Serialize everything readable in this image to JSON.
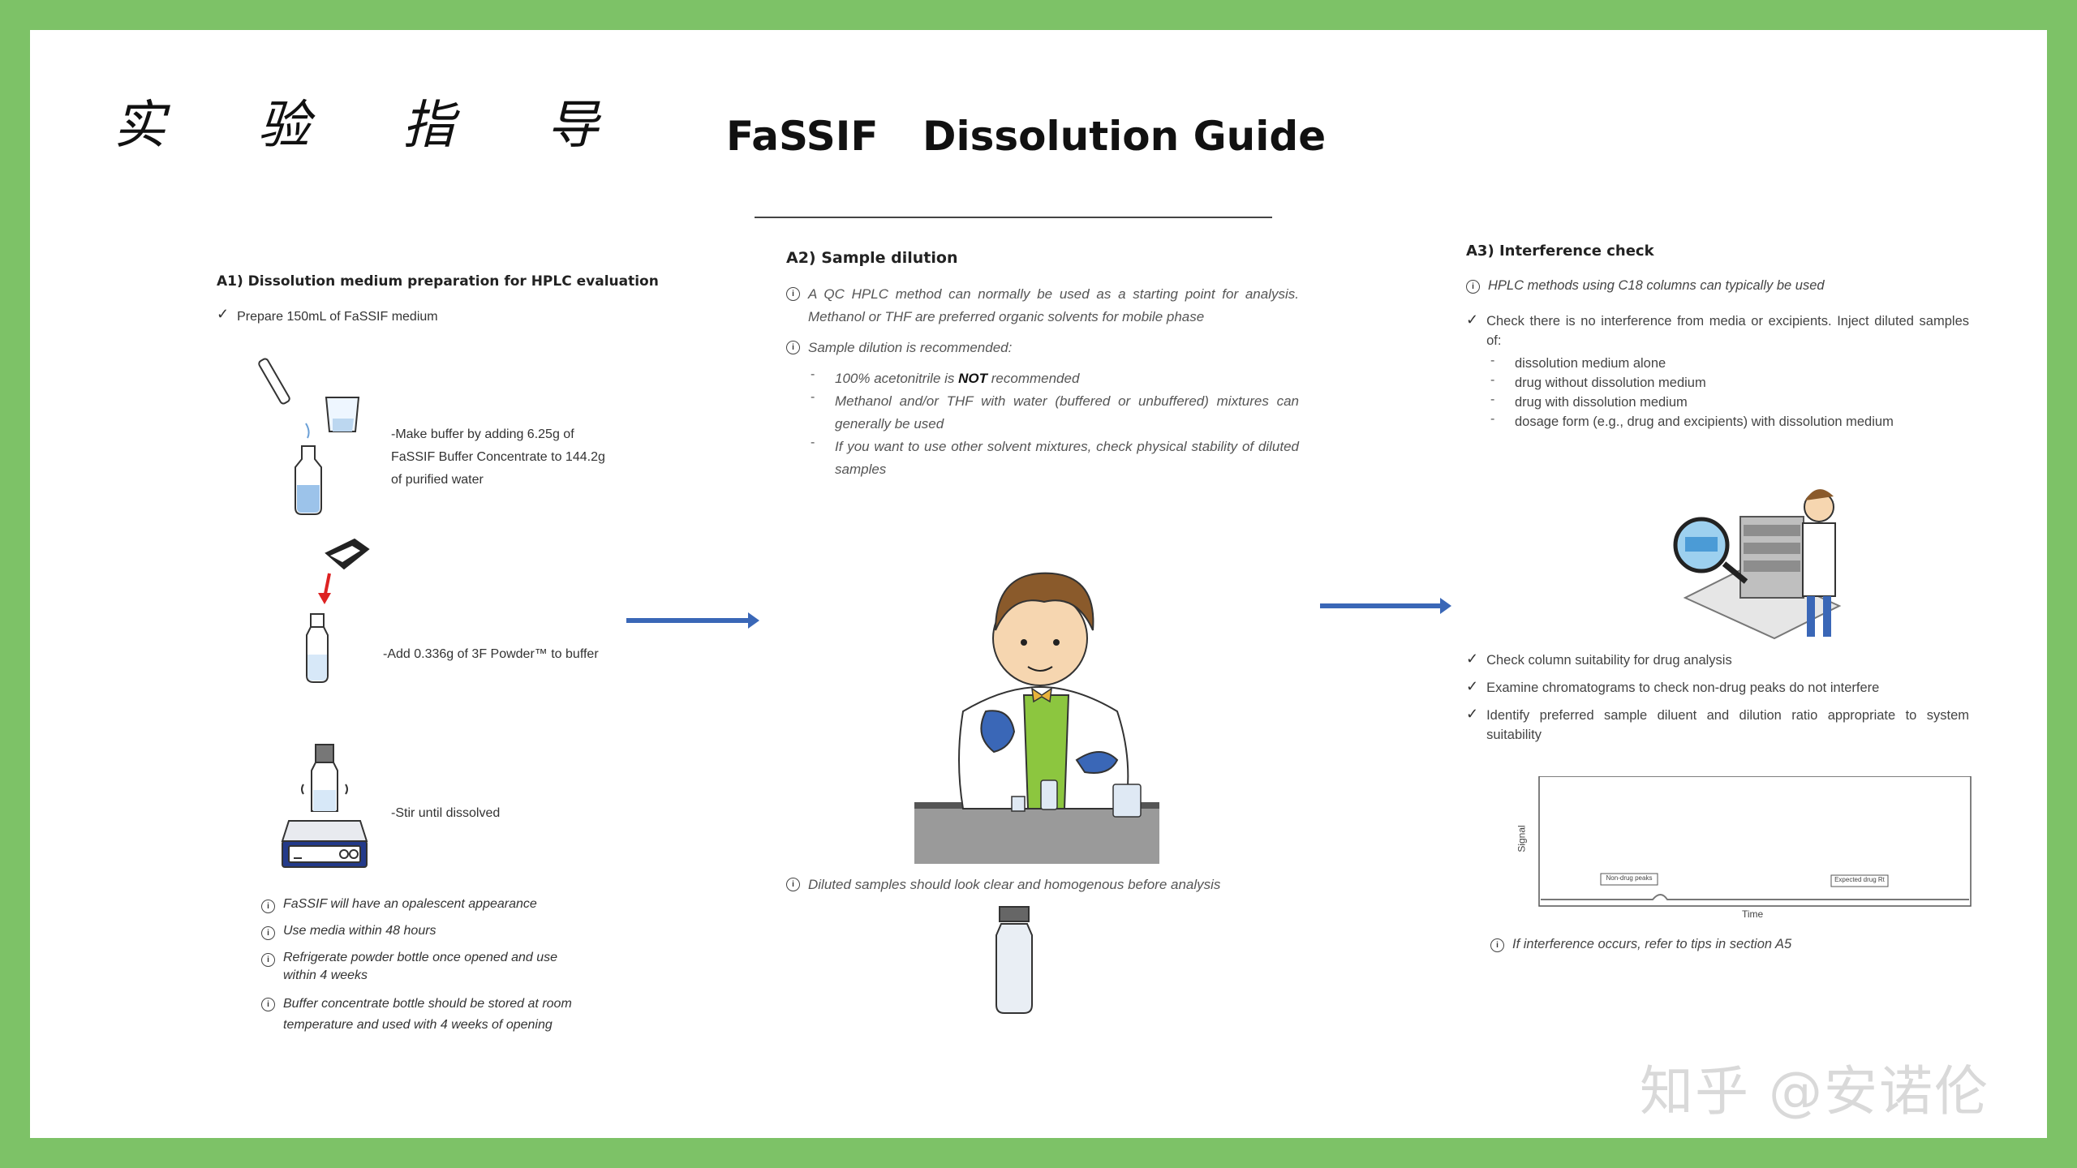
{
  "title_cn": [
    "实",
    "验",
    "指",
    "导"
  ],
  "title_en": {
    "left": "FaSSIF",
    "right": "Dissolution Guide"
  },
  "a1": {
    "heading": "A1) Dissolution medium preparation for HPLC evaluation",
    "check1": "Prepare 150mL of FaSSIF medium",
    "step1": [
      "-Make buffer by adding 6.25g of",
      "FaSSIF Buffer Concentrate to 144.2g",
      "of purified water"
    ],
    "step2": "-Add 0.336g of 3F Powder™ to buffer",
    "step3": "-Stir until dissolved",
    "notes": [
      "FaSSIF will have an opalescent appearance",
      "Use media within 48 hours",
      "Refrigerate powder bottle once opened and use within 4 weeks",
      "Buffer concentrate bottle should be stored at room temperature and used with 4 weeks of opening"
    ]
  },
  "a2": {
    "heading": "A2) Sample dilution",
    "p1": "A QC HPLC method can normally be used as a starting point for analysis. Methanol or THF are preferred organic solvents for mobile phase",
    "p2": "Sample dilution is recommended:",
    "bullet1_pre": "100% acetonitrile is ",
    "bullet1_bold": "NOT",
    "bullet1_post": " recommended",
    "bullet2": "Methanol and/or THF with water (buffered or unbuffered) mixtures can generally be used",
    "bullet3": "If you want to use other solvent mixtures, check physical stability of diluted samples",
    "p3": "Diluted samples should look clear and homogenous before analysis"
  },
  "a3": {
    "heading": "A3) Interference check",
    "p1": "HPLC methods using C18 columns can typically be used",
    "check1": "Check there is no interference from media or excipients. Inject diluted samples of:",
    "bullets": [
      "dissolution medium alone",
      "drug without dissolution medium",
      "drug with dissolution medium",
      "dosage form (e.g., drug and excipients) with dissolution medium"
    ],
    "check2": "Check column suitability for drug analysis",
    "check3": "Examine chromatograms to check non-drug peaks do not interfere",
    "check4": "Identify preferred sample diluent and dilution ratio appropriate to system suitability",
    "chart": {
      "ylabel": "Signal",
      "xlabel": "Time",
      "label1": "Non-drug peaks",
      "label2": "Expected drug Rt"
    },
    "p_last": "If interference occurs, refer to tips in section A5"
  },
  "watermark": "知乎 @安诺伦",
  "colors": {
    "border": "#7dc267",
    "arrow": "#3a67b7"
  }
}
